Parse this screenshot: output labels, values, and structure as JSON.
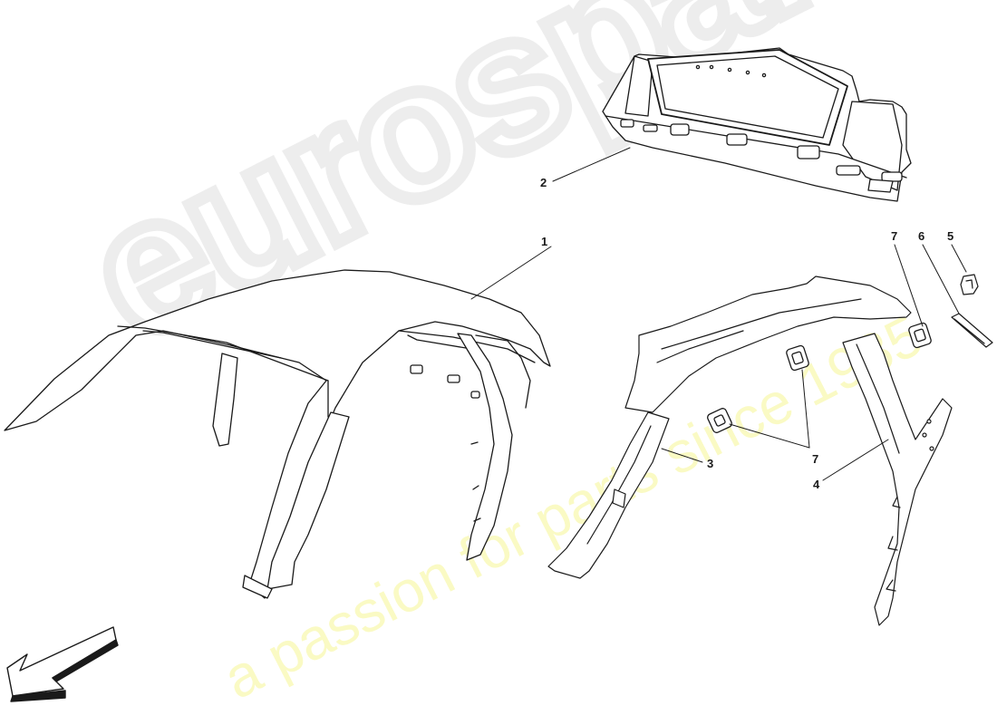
{
  "watermark": {
    "logo": "eurospares",
    "tagline": "a passion for parts since 1985",
    "logo_color": "#ececec",
    "tagline_color": "#fafac4"
  },
  "diagram": {
    "type": "exploded parts diagram",
    "subject": "car body roof / upper frame structure",
    "line_color": "#1a1a1a",
    "fill_color": "#ffffff"
  },
  "callouts": [
    {
      "id": "c1",
      "label": "1",
      "part": "roof shell"
    },
    {
      "id": "c2",
      "label": "2",
      "part": "rear window frame / parcel shelf"
    },
    {
      "id": "c3",
      "label": "3",
      "part": "left roof rail / A-pillar reinforcement"
    },
    {
      "id": "c4",
      "label": "4",
      "part": "B-pillar reinforcement"
    },
    {
      "id": "c5",
      "label": "5",
      "part": "clip"
    },
    {
      "id": "c6",
      "label": "6",
      "part": "plate"
    },
    {
      "id": "c7a",
      "label": "7",
      "part": "grommet"
    },
    {
      "id": "c7b",
      "label": "7",
      "part": "grommet (x2)"
    }
  ],
  "direction_arrow": {
    "icon": "arrow-down-left-icon",
    "meaning": "vehicle front direction"
  }
}
